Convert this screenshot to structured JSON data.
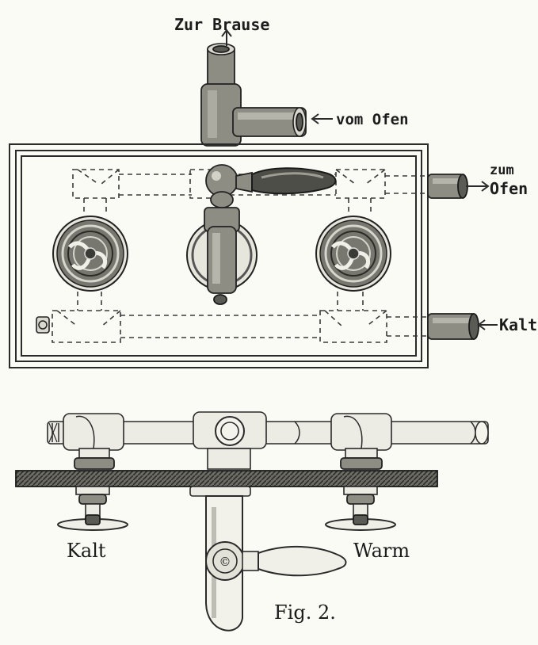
{
  "labels": {
    "top_outlet": "Zur Brause",
    "from_stove": "vom Ofen",
    "to_stove_line1": "zum",
    "to_stove_line2": "Ofen",
    "cold_inlet": "Kalt",
    "cold_valve": "Kalt",
    "warm_valve": "Warm",
    "figure_caption": "Fig. 2."
  }
}
